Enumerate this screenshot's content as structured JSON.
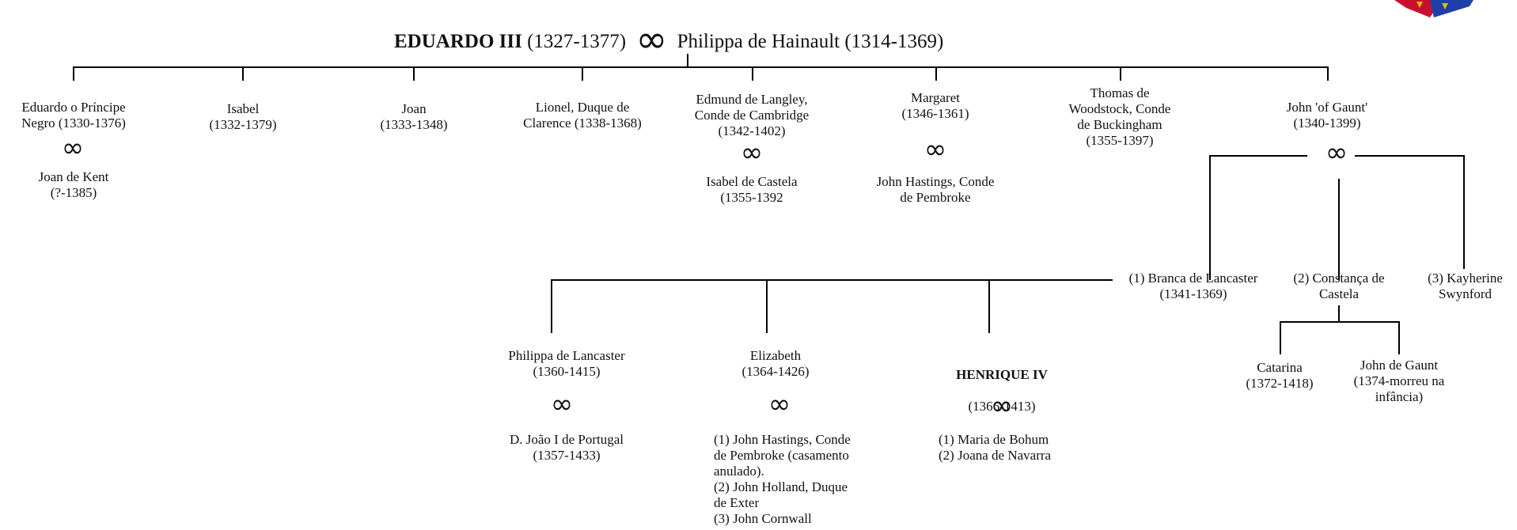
{
  "root": {
    "king": "EDUARDO III",
    "king_dates": "(1327-1377)",
    "marriage_symbol": "∞",
    "queen": "Philippa de Hainault (1314-1369)"
  },
  "children": [
    {
      "name": "Eduardo o Príncipe\nNegro (1330-1376)",
      "spouse": "Joan de Kent\n(?-1385)"
    },
    {
      "name": "Isabel\n(1332-1379)"
    },
    {
      "name": "Joan\n(1333-1348)"
    },
    {
      "name": "Lionel, Duque de\nClarence (1338-1368)"
    },
    {
      "name": "Edmund de Langley,\nConde de Cambridge\n(1342-1402)",
      "spouse": "Isabel de Castela\n(1355-1392"
    },
    {
      "name": "Margaret\n(1346-1361)",
      "spouse": "John Hastings, Conde\nde Pembroke"
    },
    {
      "name": "Thomas de\nWoodstock, Conde\nde Buckingham\n(1355-1397)"
    },
    {
      "name": "John 'of Gaunt'\n(1340-1399)"
    }
  ],
  "gaunt_wives": [
    {
      "name": "(1) Branca de Lancaster\n(1341-1369)"
    },
    {
      "name": "(2) Constança de\nCastela"
    },
    {
      "name": "(3) Kayherine\nSwynford"
    }
  ],
  "branca_children": [
    {
      "name": "Philippa de Lancaster\n(1360-1415)",
      "spouse": "D. João I de Portugal\n(1357-1433)"
    },
    {
      "name": "Elizabeth\n(1364-1426)",
      "spouse": "(1) John Hastings, Conde\nde Pembroke (casamento\nanulado).\n(2) John Holland, Duque\nde Exter\n(3) John Cornwall"
    },
    {
      "name": "HENRIQUE IV",
      "dates": "(1366-1413)",
      "spouse": "(1) Maria de Bohum\n(2) Joana de Navarra"
    }
  ],
  "constanca_children": [
    {
      "name": "Catarina\n(1372-1418)"
    },
    {
      "name": "John de Gaunt\n(1374-morreu na\ninfância)"
    }
  ],
  "colors": {
    "line": "#000000",
    "heraldry_red": "#c8102e",
    "heraldry_blue": "#1f3fa8",
    "heraldry_gold": "#e6b800"
  }
}
